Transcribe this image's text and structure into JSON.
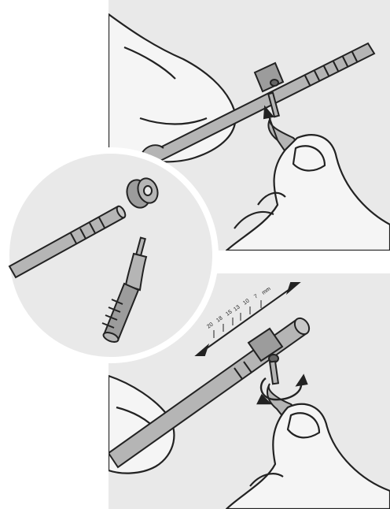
{
  "figure": {
    "depth_scale": {
      "values": [
        "20",
        "18",
        "15",
        "13",
        "10",
        "7"
      ],
      "unit": "mm"
    },
    "icons": {
      "top": [
        "hand-icon",
        "tube-icon",
        "collar-icon",
        "screwdriver-icon",
        "insert-arrow-icon"
      ],
      "inset": [
        "tube-icon",
        "collar-icon",
        "screwdriver-icon"
      ],
      "bottom": [
        "hand-icon",
        "tube-icon",
        "collar-icon",
        "screwdriver-icon",
        "slide-arrow-icon",
        "rotate-arrow-icon"
      ]
    },
    "colors": {
      "panel": "#e9e9e9",
      "outline": "#222222",
      "metal": "#b5b5b5",
      "hand": "#f5f5f5"
    }
  }
}
